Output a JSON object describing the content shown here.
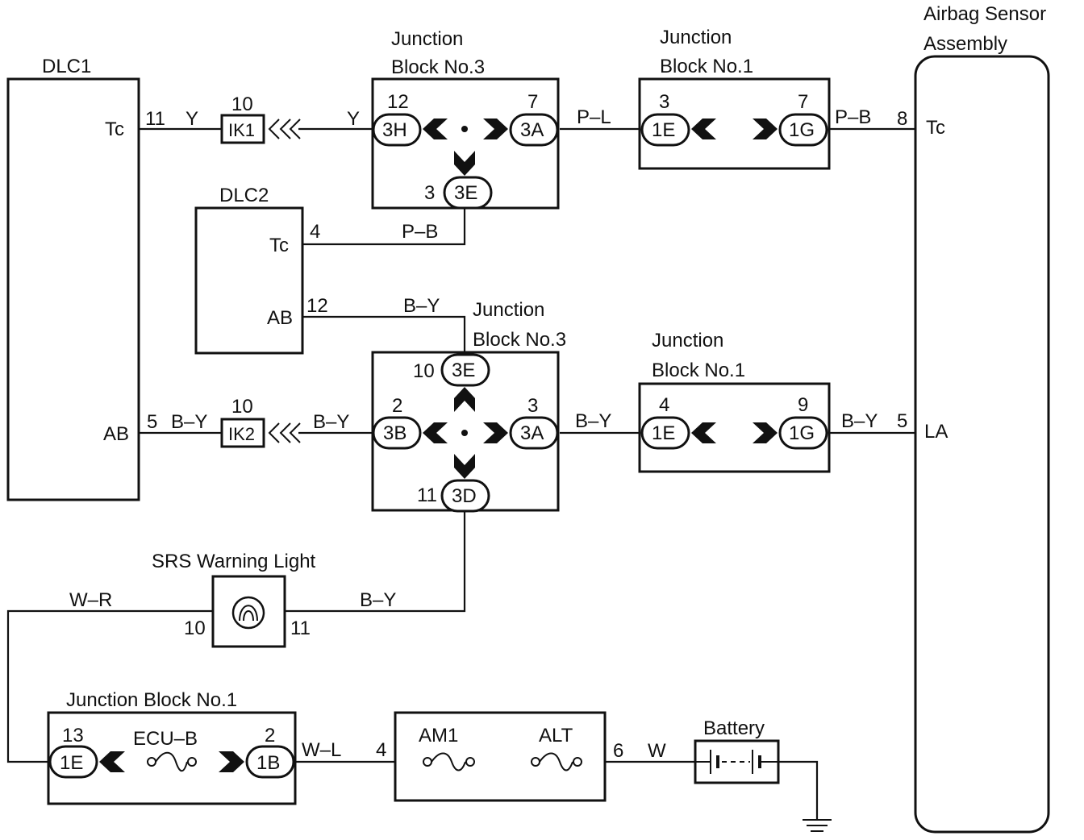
{
  "components": {
    "dlc1": "DLC1",
    "dlc2": "DLC2",
    "airbag_sensor": [
      "Airbag Sensor",
      "Assembly"
    ],
    "jb3_top": [
      "Junction",
      "Block No.3"
    ],
    "jb1_top": [
      "Junction",
      "Block No.1"
    ],
    "jb3_mid": [
      "Junction",
      "Block No.3"
    ],
    "jb1_mid": [
      "Junction",
      "Block No.1"
    ],
    "srs_light": "SRS Warning Light",
    "jb1_bottom": "Junction Block No.1",
    "battery": "Battery"
  },
  "terminals": {
    "tc": "Tc",
    "ab": "AB",
    "la": "LA"
  },
  "connectors": {
    "ik1": "IK1",
    "ik2": "IK2",
    "c3h": "3H",
    "c3a": "3A",
    "c3e": "3E",
    "c3b": "3B",
    "c3d": "3D",
    "c1e": "1E",
    "c1g": "1G",
    "c1b": "1B"
  },
  "fuses": {
    "ecu_b": "ECU–B",
    "am1": "AM1",
    "alt": "ALT"
  },
  "wire_colors": {
    "y": "Y",
    "pl": "P–L",
    "pb": "P–B",
    "by": "B–Y",
    "wr": "W–R",
    "wl": "W–L",
    "w": "W"
  },
  "pins": {
    "p11": "11",
    "p10": "10",
    "p12": "12",
    "p7": "7",
    "p3": "3",
    "p8": "8",
    "p4": "4",
    "p5": "5",
    "p2": "2",
    "p9": "9",
    "p13": "13",
    "p6": "6"
  }
}
